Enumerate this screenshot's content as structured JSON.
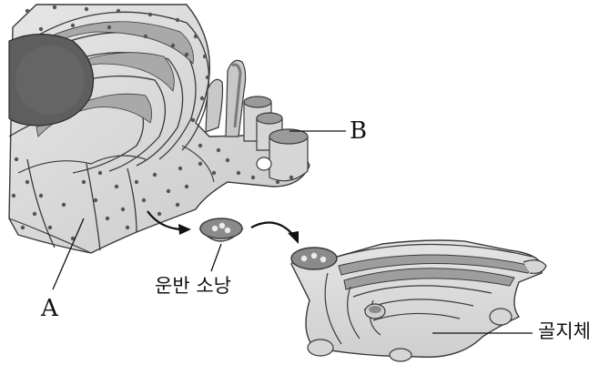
{
  "labels": {
    "er_label": "A",
    "ribosome_label": "B",
    "vesicle_label": "운반 소낭",
    "golgi_label": "골지체"
  },
  "colors": {
    "membrane_fill": "#d7d7d7",
    "membrane_dark": "#8f8f8f",
    "outline": "#3a3a3a",
    "nucleus": "#5e5e5e",
    "ribosome": "#555555"
  }
}
